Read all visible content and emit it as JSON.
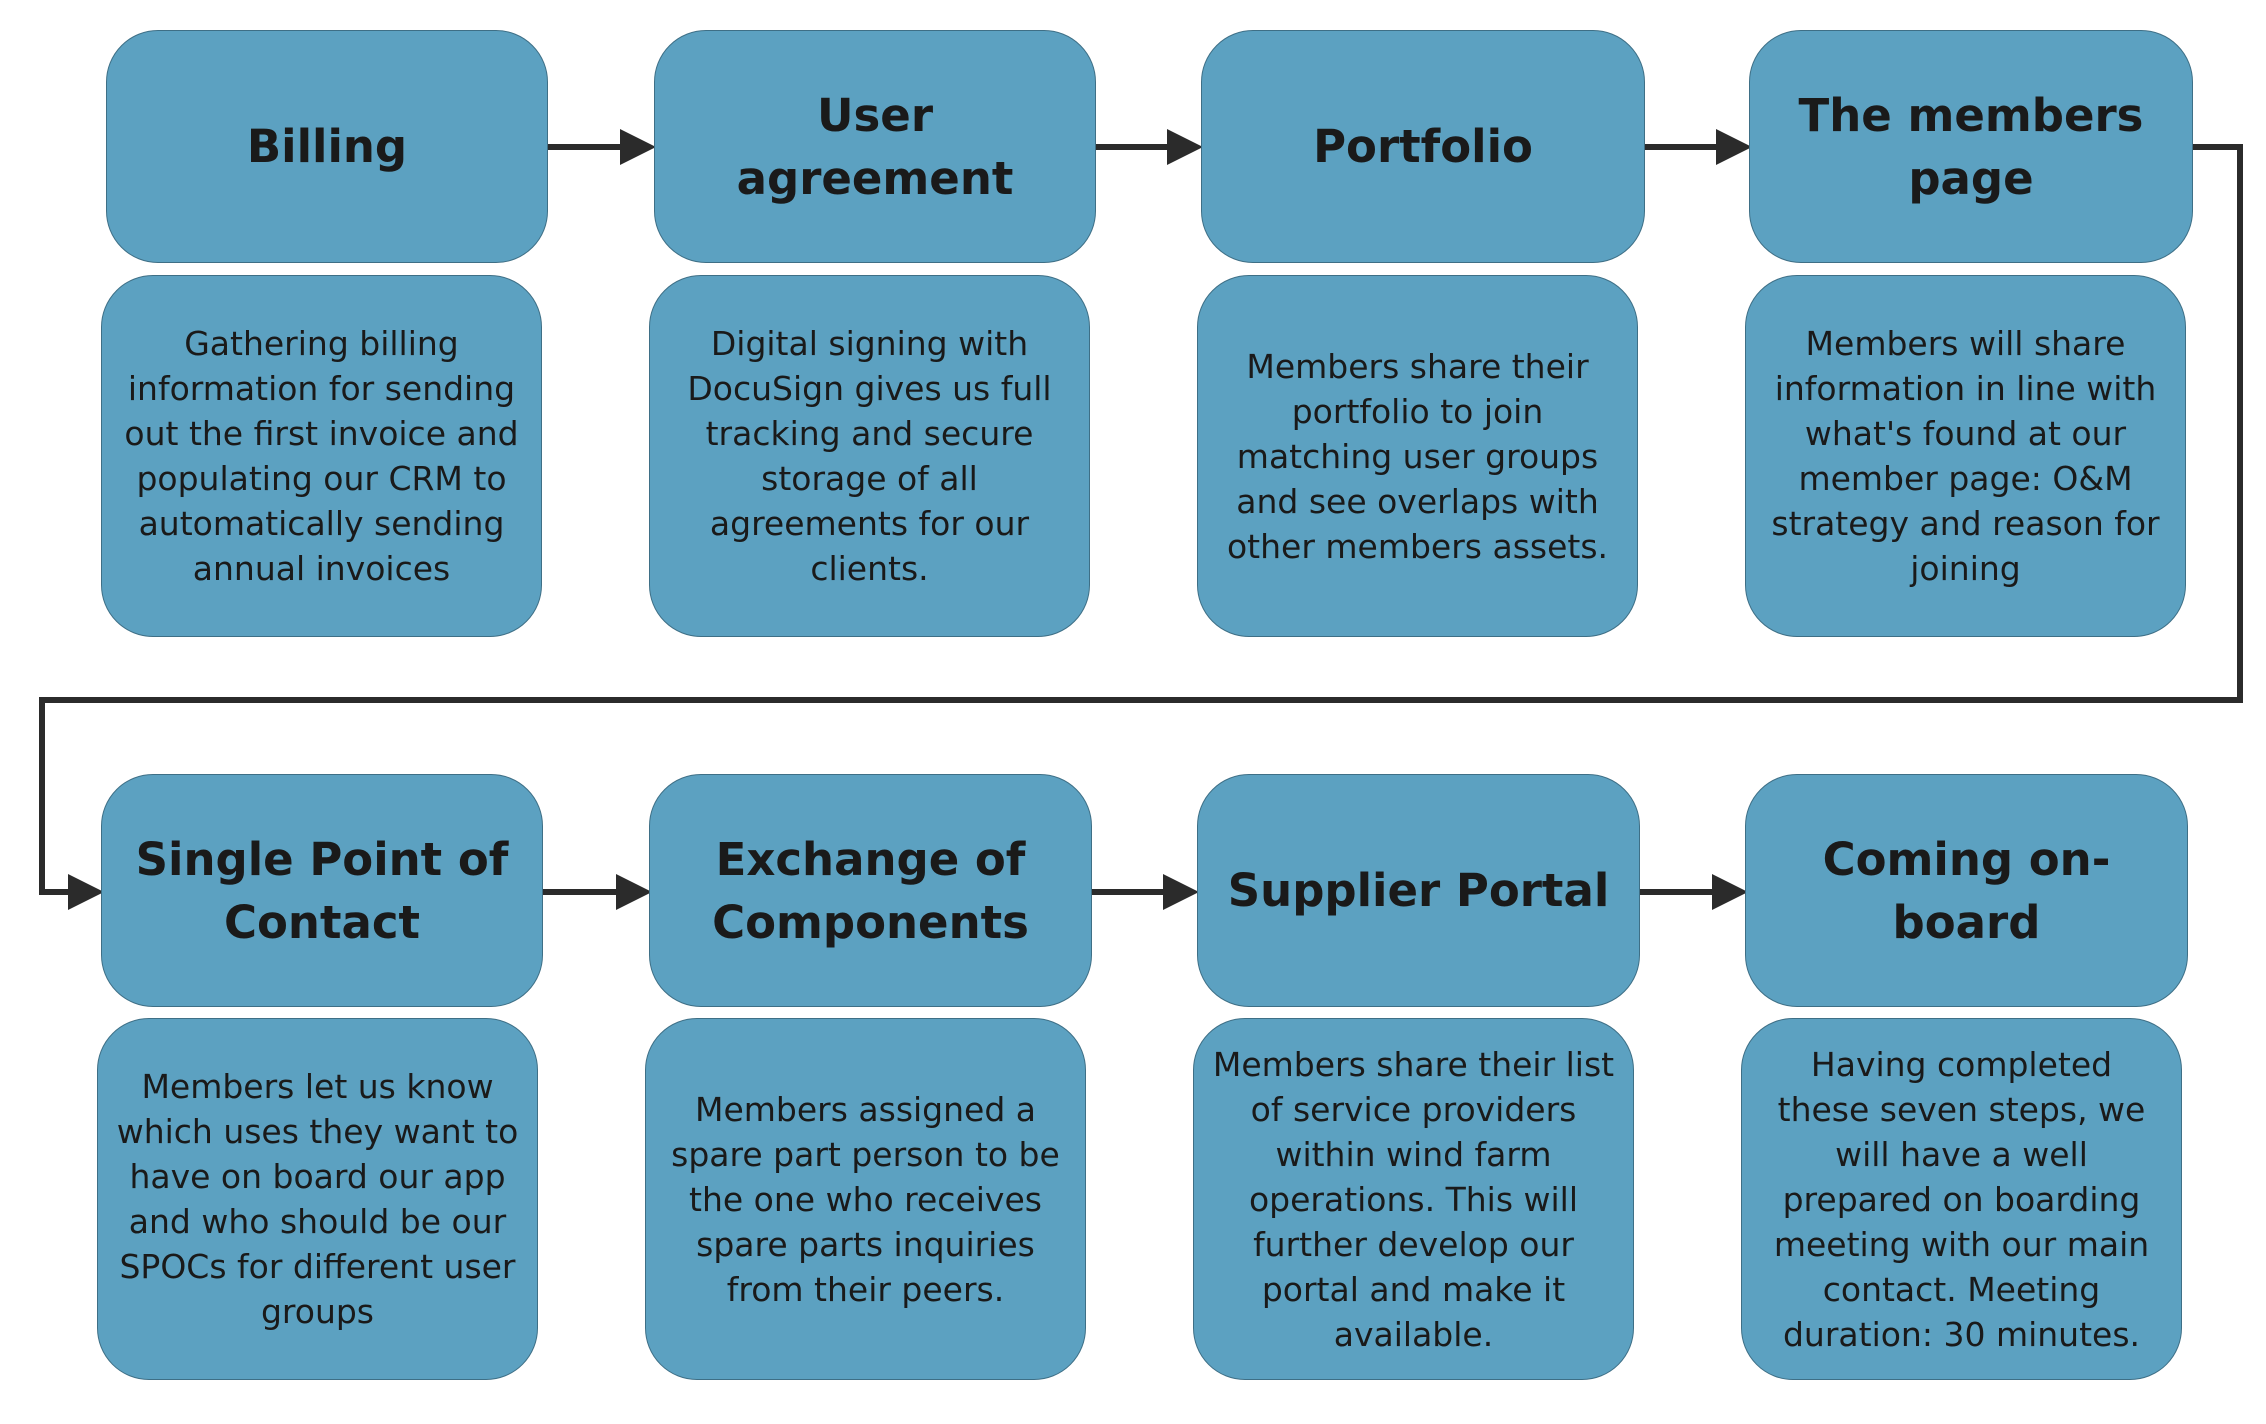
{
  "colors": {
    "box_fill": "#5ca1c1",
    "box_border": "#3e6f86",
    "text": "#1a1a1a",
    "connector": "#2b2b2b"
  },
  "steps": [
    {
      "title": "Billing",
      "description": "Gathering billing information for sending out the first invoice and populating our CRM to automatically sending annual invoices"
    },
    {
      "title": "User agreement",
      "description": "Digital signing with DocuSign gives us full tracking and secure storage of all agreements for our clients."
    },
    {
      "title": "Portfolio",
      "description": "Members share their portfolio to join matching user groups and see overlaps with other members assets."
    },
    {
      "title": "The members page",
      "description": "Members will share information in line with what's found at our member page: O&M strategy and reason for joining"
    },
    {
      "title": "Single Point of Contact",
      "description": "Members let us know which uses they want to have on board our app and who should be our SPOCs for different user groups"
    },
    {
      "title": "Exchange of Components",
      "description": "Members assigned a spare part person to be the one who receives spare parts inquiries from their peers."
    },
    {
      "title": "Supplier Portal",
      "description": "Members share their list of service providers within wind farm operations. This will further develop our portal and make it available."
    },
    {
      "title": "Coming on-board",
      "description": "Having completed these seven steps, we will have a well prepared on boarding meeting with our main contact. Meeting duration: 30 minutes."
    }
  ]
}
